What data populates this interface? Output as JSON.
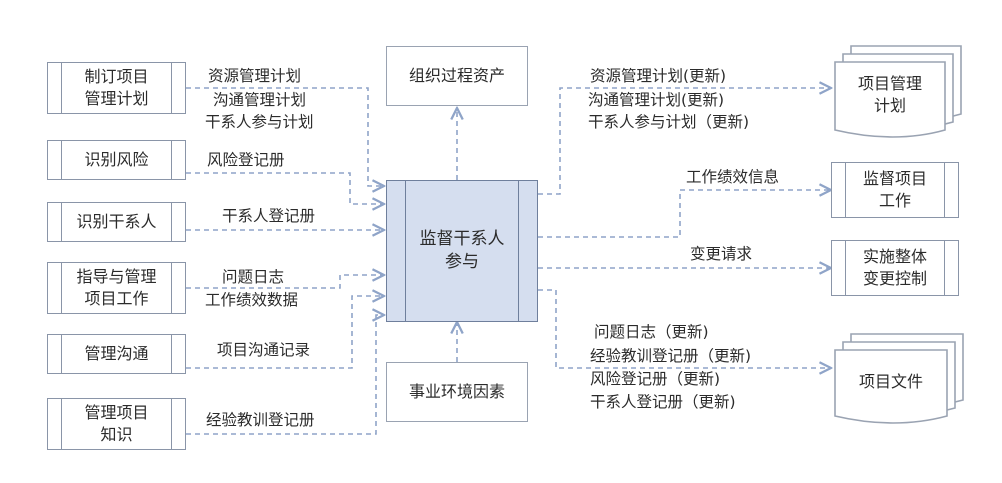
{
  "center_process": "监督干系人\n参与",
  "inputs": [
    {
      "source": "制订项目\n管理计划",
      "labels": [
        "资源管理计划",
        "沟通管理计划",
        "干系人参与计划"
      ]
    },
    {
      "source": "识别风险",
      "labels": [
        "风险登记册"
      ]
    },
    {
      "source": "识别干系人",
      "labels": [
        "干系人登记册"
      ]
    },
    {
      "source": "指导与管理\n项目工作",
      "labels": [
        "问题日志",
        "工作绩效数据"
      ]
    },
    {
      "source": "管理沟通",
      "labels": [
        "项目沟通记录"
      ]
    },
    {
      "source": "管理项目\n知识",
      "labels": [
        "经验教训登记册"
      ]
    }
  ],
  "top_box": "组织过程资产",
  "bottom_box": "事业环境因素",
  "outputs": [
    {
      "target": "项目管理\n计划",
      "labels": [
        "资源管理计划(更新)",
        "沟通管理计划(更新)",
        "干系人参与计划（更新)"
      ]
    },
    {
      "target": "监督项目\n工作",
      "labels": [
        "工作绩效信息"
      ]
    },
    {
      "target": "实施整体\n变更控制",
      "labels": [
        "变更请求"
      ]
    },
    {
      "target": "项目文件",
      "labels": [
        "问题日志（更新)",
        "经验教训登记册（更新)",
        "风险登记册（更新)",
        "干系人登记册（更新)"
      ]
    }
  ],
  "colors": {
    "line": "#8fa4c8",
    "border": "#8a95a8",
    "center_fill": "#d5deef"
  }
}
